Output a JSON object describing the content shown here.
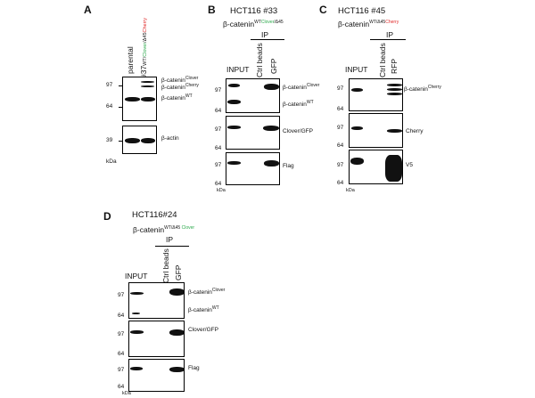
{
  "panels": {
    "A": {
      "letter": "A",
      "lane_parental": "parental",
      "lane_clone": "#37",
      "clone_sup_wt": "WT/",
      "clone_sup_clover": "Clover",
      "clone_sup_sep": "/Δ45",
      "clone_sup_cherry": "Cherry",
      "band_clover": "β-catenin",
      "band_clover_sup": "Clover",
      "band_cherry": "β-catenin",
      "band_cherry_sup": "Cherry",
      "band_wt": "β-catenin",
      "band_wt_sup": "WT",
      "band_actin": "β-actin",
      "mw_97": "97",
      "mw_64": "64",
      "mw_39": "39",
      "kda": "kDa"
    },
    "B": {
      "letter": "B",
      "title": "HCT116 #33",
      "gene": "β-catenin",
      "gene_sup_wt": "WT",
      "gene_sup_clover": "Clover",
      "gene_sup_rest": "/Δ45",
      "ip": "IP",
      "input": "INPUT",
      "lane_ctrl": "Ctrl beads",
      "lane_gfp": "GFP",
      "band_clover": "β-catenin",
      "band_clover_sup": "Clover",
      "band_wt": "β-catenin",
      "band_wt_sup": "WT",
      "band_clovergfp": "Clover/GFP",
      "band_flag": "Flag",
      "mw_97": "97",
      "mw_64": "64",
      "kda": "kDa"
    },
    "C": {
      "letter": "C",
      "title": "HCT116 #45",
      "gene": "β-catenin",
      "gene_sup_wt": "WT/Δ45",
      "gene_sup_cherry": "Cherry",
      "ip": "IP",
      "input": "INPUT",
      "lane_ctrl": "Ctrl beads",
      "lane_rfp": "RFP",
      "band_cherry": "β-catenin",
      "band_cherry_sup": "Cherry",
      "band_cherry2": "Cherry",
      "band_v5": "V5",
      "mw_97": "97",
      "mw_64": "64",
      "kda": "kDa"
    },
    "D": {
      "letter": "D",
      "title": "HCT116#24",
      "gene": "β-catenin",
      "gene_sup_rest": "WT/Δ45",
      "gene_sup_clover": "Clover",
      "ip": "IP",
      "input": "INPUT",
      "lane_ctrl": "Ctrl beads",
      "lane_gfp": "GFP",
      "band_clover": "β-catenin",
      "band_clover_sup": "Clover",
      "band_wt": "β-catenin",
      "band_wt_sup": "WT",
      "band_clovergfp": "Clover/GFP",
      "band_flag": "Flag",
      "mw_97": "97",
      "mw_64": "64",
      "kda": "kDa"
    }
  }
}
